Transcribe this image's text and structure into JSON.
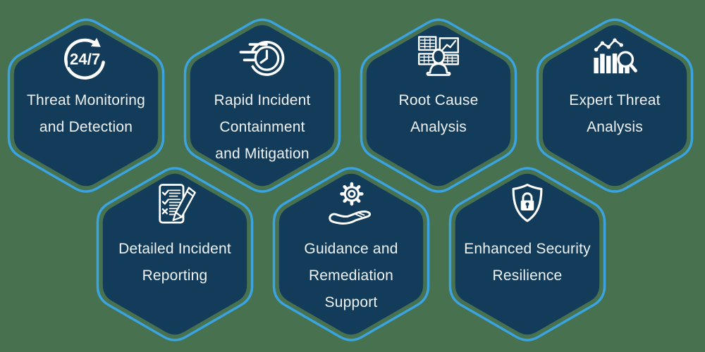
{
  "palette": {
    "background": "#47714f",
    "hexagon_fill": "#123c59",
    "hexagon_border": "#3aa3e0",
    "text": "#eef2f4",
    "icon": "#ffffff"
  },
  "hexagons": [
    {
      "id": "threat-monitoring-and-detection",
      "icon": "24-7-monitoring-icon",
      "icon_label": "24/7",
      "lines": [
        "Threat Monitoring",
        "and Detection"
      ]
    },
    {
      "id": "rapid-incident-containment-and-mitigation",
      "icon": "speed-clock-icon",
      "lines": [
        "Rapid Incident",
        "Containment",
        "and Mitigation"
      ]
    },
    {
      "id": "root-cause-analysis",
      "icon": "analyst-dashboards-icon",
      "lines": [
        "Root Cause",
        "Analysis"
      ]
    },
    {
      "id": "expert-threat-analysis",
      "icon": "chart-magnifier-icon",
      "lines": [
        "Expert Threat",
        "Analysis"
      ]
    },
    {
      "id": "detailed-incident-reporting",
      "icon": "checklist-pencil-icon",
      "lines": [
        "Detailed Incident",
        "Reporting"
      ]
    },
    {
      "id": "guidance-and-remediation-support",
      "icon": "gear-hand-icon",
      "lines": [
        "Guidance and",
        "Remediation",
        "Support"
      ]
    },
    {
      "id": "enhanced-security-resilience",
      "icon": "shield-lock-icon",
      "lines": [
        "Enhanced Security",
        "Resilience"
      ]
    }
  ]
}
